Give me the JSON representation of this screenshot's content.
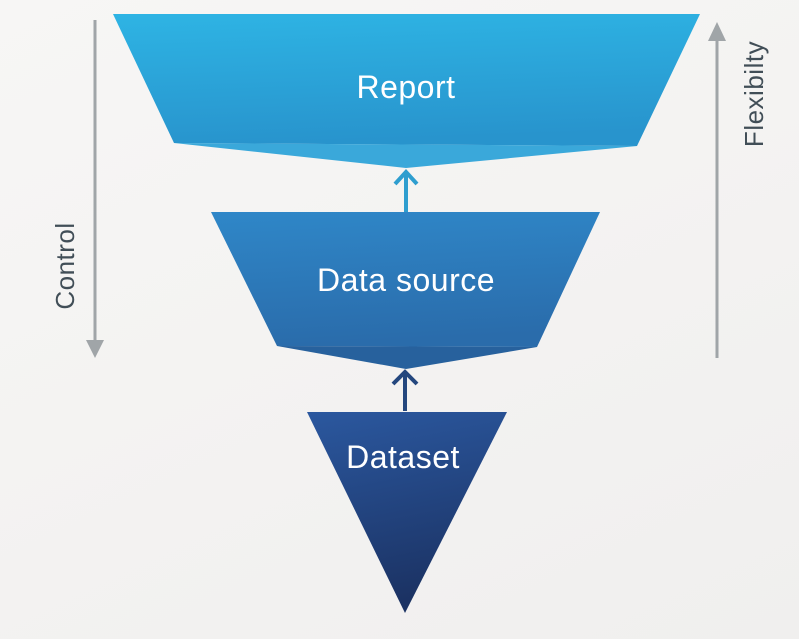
{
  "diagram": {
    "type": "inverted-funnel",
    "layers": [
      {
        "label": "Report",
        "top_color": "#2eb4e4",
        "bottom_color": "#2894cd",
        "fold_color": "#3aa8da"
      },
      {
        "label": "Data source",
        "top_color": "#2f87c8",
        "bottom_color": "#2a6cab",
        "fold_color": "#27619d"
      },
      {
        "label": "Dataset",
        "top_color": "#2b589f",
        "bottom_color": "#1b3263"
      }
    ],
    "layer_label_color": "#ffffff",
    "arrows": [
      {
        "name": "datasource-to-report",
        "direction": "up",
        "color": "#2e9ecf"
      },
      {
        "name": "dataset-to-datasource",
        "direction": "up",
        "color": "#24477e"
      }
    ]
  },
  "axes": {
    "left": {
      "label": "Control",
      "direction": "down"
    },
    "right": {
      "label": "Flexibilty",
      "direction": "up"
    },
    "line_color": "#a0a5a8",
    "text_color": "#414e57"
  }
}
